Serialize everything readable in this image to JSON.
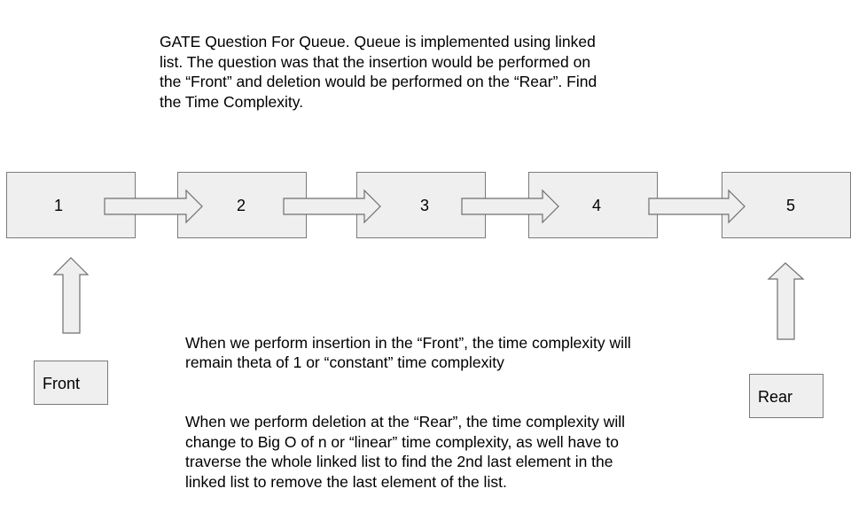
{
  "intro": {
    "text": "GATE Question For Queue. Queue is implemented using linked\nlist. The question was that the insertion would be performed on\nthe “Front” and deletion would be performed on the “Rear”. Find\nthe Time Complexity."
  },
  "nodes": [
    {
      "label": "1"
    },
    {
      "label": "2"
    },
    {
      "label": "3"
    },
    {
      "label": "4"
    },
    {
      "label": "5"
    }
  ],
  "markers": {
    "front": "Front",
    "rear": "Rear"
  },
  "notes": {
    "insertion": "When we perform insertion in the “Front”, the time complexity will\nremain theta of 1 or “constant” time complexity",
    "deletion": "When we perform deletion at the “Rear”, the time complexity will\nchange to Big O of n or “linear” time complexity, as well have to\ntraverse the whole linked list to find the 2nd last element in the\nlinked list to remove the last element of the list."
  },
  "colors": {
    "box_fill": "#efefef",
    "box_stroke": "#7a7a7a"
  }
}
